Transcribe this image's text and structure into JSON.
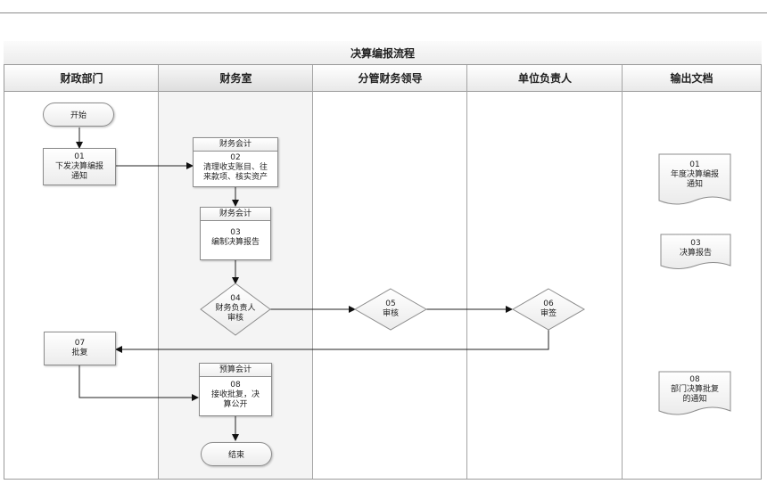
{
  "title": "决算编报流程",
  "lanes": [
    "财政部门",
    "财务室",
    "分管财务领导",
    "单位负责人",
    "输出文档"
  ],
  "nodes": {
    "start": "开始",
    "n01": {
      "num": "01",
      "line1": "下发决算编报",
      "line2": "通知"
    },
    "n02": {
      "role": "财务会计",
      "num": "02",
      "line1": "清理收支账目、往",
      "line2": "来款项、核实资产"
    },
    "n03": {
      "role": "财务会计",
      "num": "03",
      "line1": "编制决算报告"
    },
    "n04": {
      "num": "04",
      "line1": "财务负责人",
      "line2": "审核"
    },
    "n05": {
      "num": "05",
      "line1": "审核"
    },
    "n06": {
      "num": "06",
      "line1": "审签"
    },
    "n07": {
      "num": "07",
      "line1": "批复"
    },
    "n08": {
      "role": "预算会计",
      "num": "08",
      "line1": "接收批复，决",
      "line2": "算公开"
    },
    "end": "结束"
  },
  "docs": {
    "d01": {
      "num": "01",
      "line1": "年度决算编报",
      "line2": "通知"
    },
    "d03": {
      "num": "03",
      "line1": "决算报告"
    },
    "d08": {
      "num": "08",
      "line1": "部门决算批复",
      "line2": "的通知"
    }
  }
}
